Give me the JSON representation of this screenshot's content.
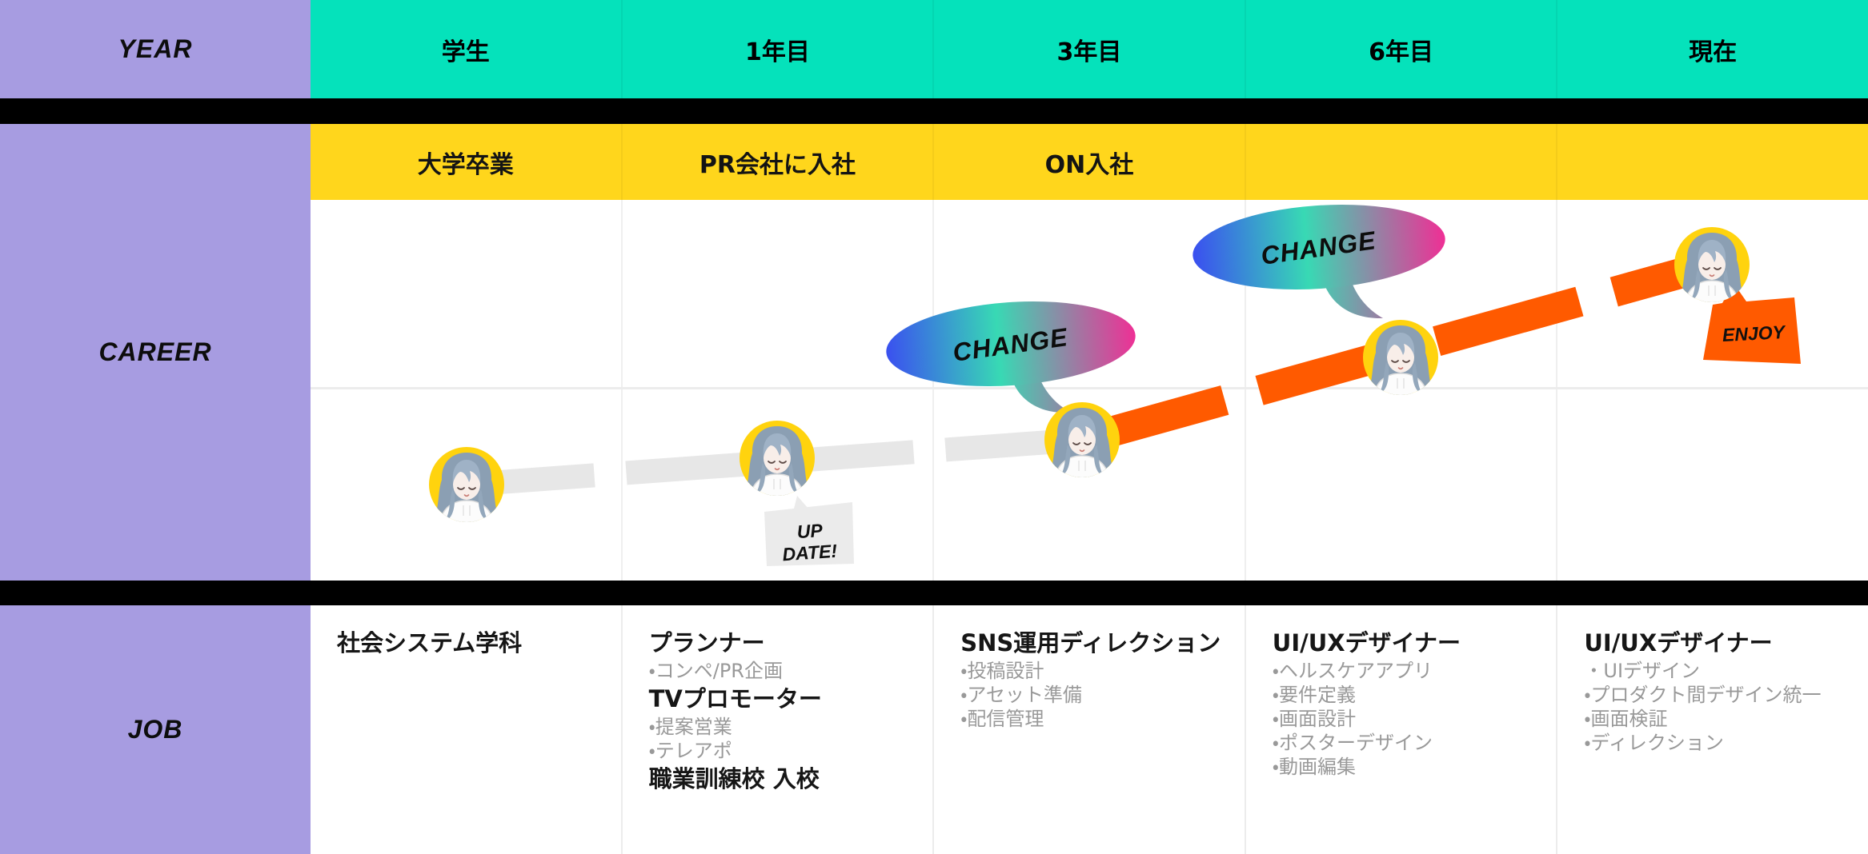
{
  "palette": {
    "purple": "#a79ce1",
    "teal": "#05e2bb",
    "yellow": "#ffd61c",
    "orange": "#ff5a00",
    "black": "#000000",
    "path_gray": "#e7e7e7",
    "separator_gray": "#ececec",
    "bullet_gray": "#999999",
    "avatar_yellow": "#ffd30e",
    "bubble_gradient": [
      "#3a4ff0",
      "#38d9b4",
      "#ef2f95"
    ]
  },
  "year_row": {
    "label": "YEAR",
    "columns": [
      "学生",
      "1年目",
      "3年目",
      "6年目",
      "現在"
    ]
  },
  "career": {
    "label": "CAREER",
    "milestones": [
      "大学卒業",
      "PR会社に入社",
      "ON入社",
      "",
      ""
    ],
    "bubbles": [
      {
        "text": "CHANGE"
      },
      {
        "text": "CHANGE"
      }
    ],
    "update_tag": {
      "line1": "UP",
      "line2": "DATE!"
    },
    "enjoy_tag": "ENJOY",
    "avatar_icon": "avatar-girl-icon",
    "path_early_style": "gray-dashed",
    "path_growth_style": "orange-dashed"
  },
  "job": {
    "label": "JOB",
    "columns": [
      {
        "items": [
          {
            "title": "社会システム学科",
            "bullets": []
          }
        ]
      },
      {
        "items": [
          {
            "title": "プランナー",
            "bullets": [
              "・コンペ/PR企画"
            ]
          },
          {
            "title": "TVプロモーター",
            "bullets": [
              "・提案営業",
              "・テレアポ"
            ]
          },
          {
            "title": "職業訓練校 入校",
            "bullets": []
          }
        ]
      },
      {
        "items": [
          {
            "title": "SNS運用ディレクション",
            "bullets": [
              "・投稿設計",
              "・アセット準備",
              "・配信管理"
            ]
          }
        ]
      },
      {
        "items": [
          {
            "title": "UI/UXデザイナー",
            "bullets": [
              "・ヘルスケアアプリ",
              "・要件定義",
              "・画面設計",
              "・ポスターデザイン",
              "・動画編集"
            ]
          }
        ]
      },
      {
        "items": [
          {
            "title": "UI/UXデザイナー",
            "bullets": [
              "・UIデザイン",
              "・プロダクト間デザイン統一",
              "・画面検証",
              "・ディレクション"
            ]
          }
        ]
      }
    ]
  }
}
